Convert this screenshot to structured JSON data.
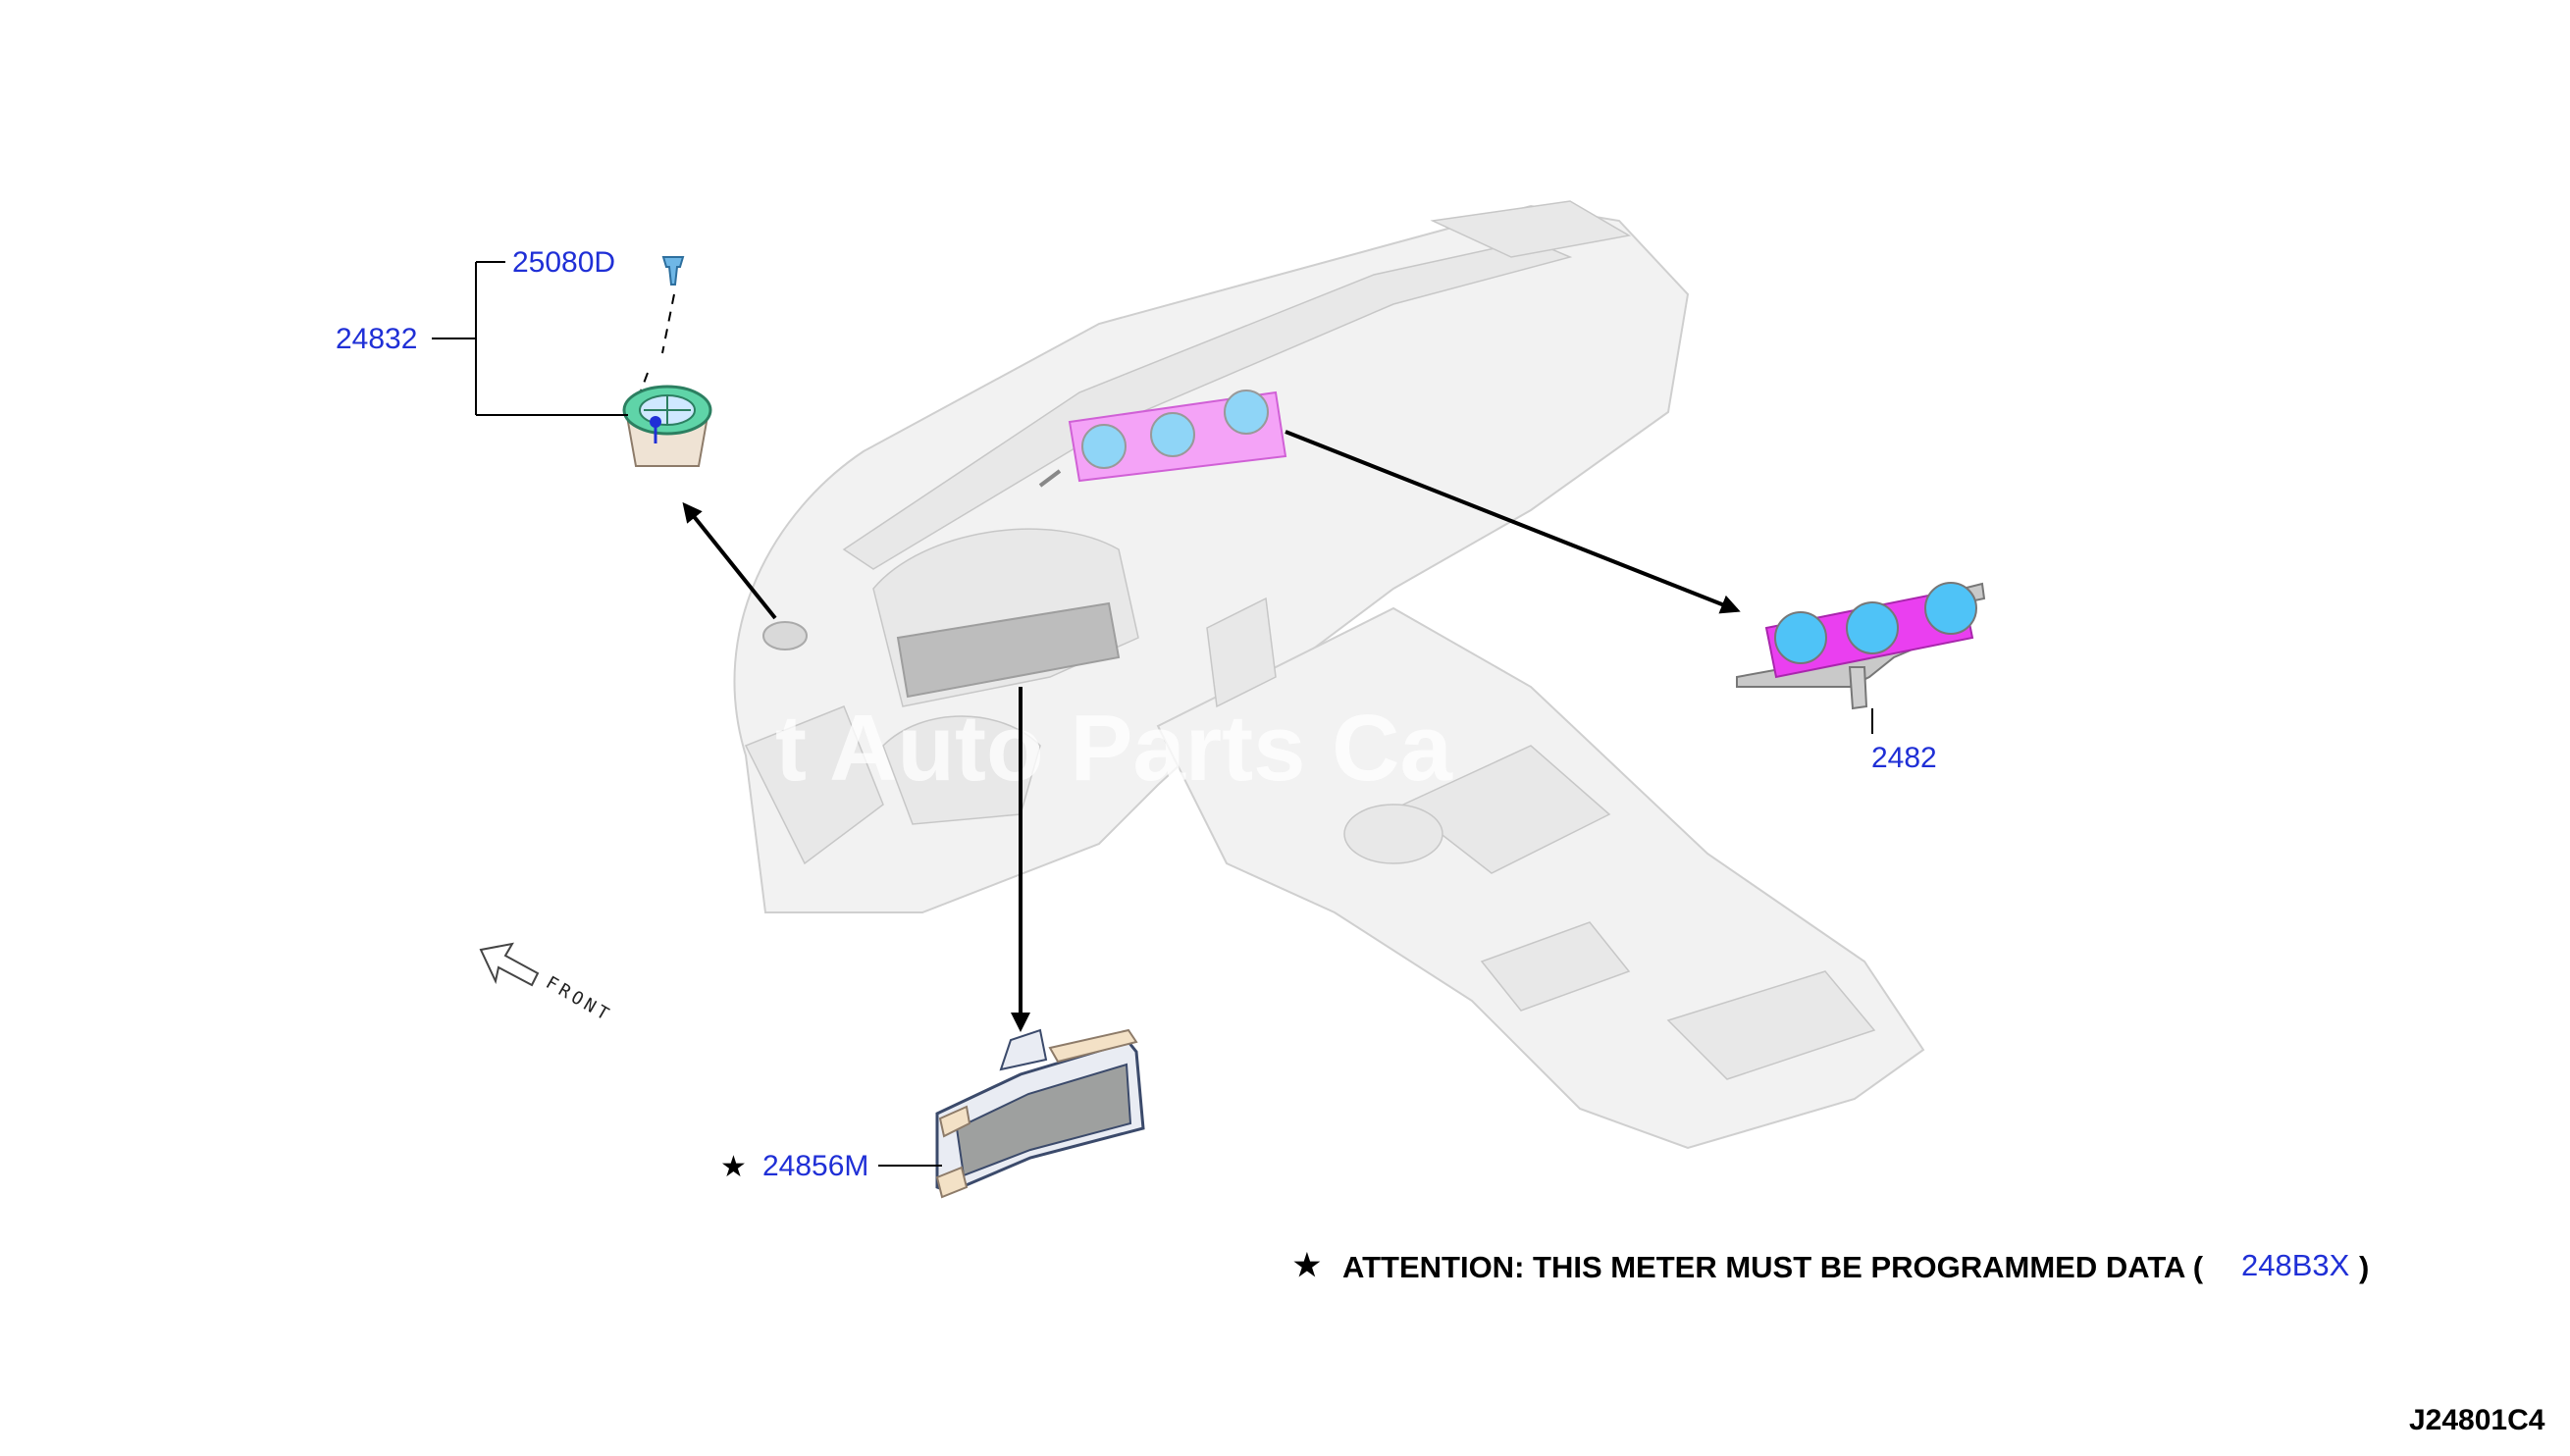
{
  "watermark": "t Auto Parts Ca",
  "front_label": "FRONT",
  "parts": {
    "clip": {
      "number": "25080D"
    },
    "vent_assembly": {
      "number": "24832"
    },
    "gauge_panel": {
      "number": "2482"
    },
    "meter": {
      "number": "24856M",
      "marker": "★"
    }
  },
  "attention": {
    "marker": "★",
    "text": "ATTENTION: THIS METER MUST BE PROGRAMMED DATA (",
    "code": "248B3X",
    "close": ")"
  },
  "diagram_code": "J24801C4",
  "colors": {
    "part_label": "#1f2fd6",
    "gauge_face": "#4fc3f7",
    "gauge_housing": "#ea3ff0",
    "vent_ring": "#5fd4a8"
  }
}
